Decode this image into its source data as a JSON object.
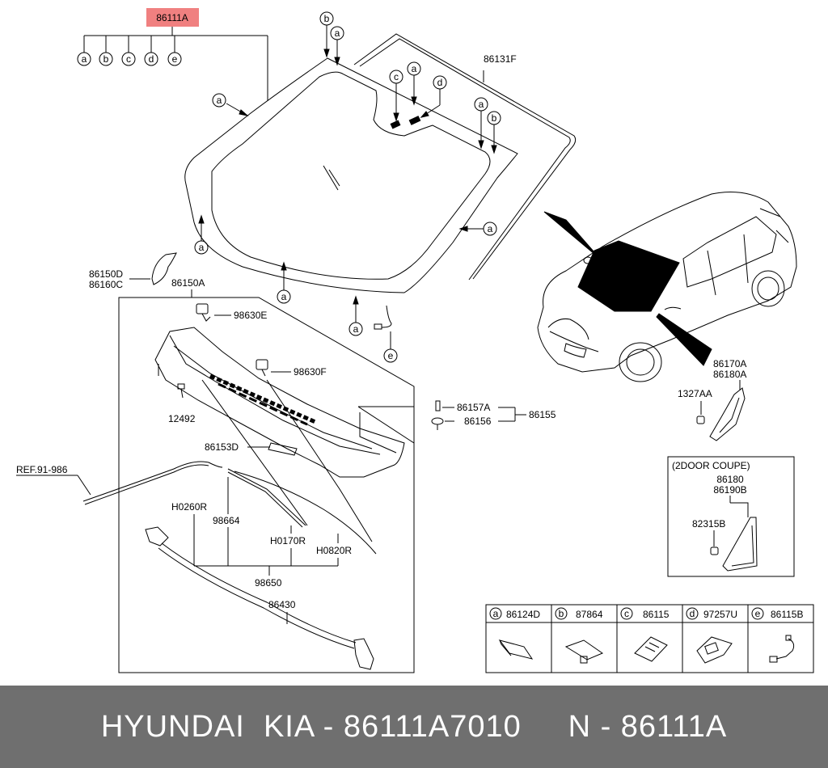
{
  "colors": {
    "highlight": "#f08080",
    "footer_bg": "#6f6f6f",
    "footer_text": "#ffffff",
    "ink": "#000000"
  },
  "highlight_part": "86111A",
  "callout_letters": {
    "a": "a",
    "b": "b",
    "c": "c",
    "d": "d",
    "e": "e"
  },
  "labels": {
    "p86131F": "86131F",
    "p86150D": "86150D",
    "p86160C": "86160C",
    "p86150A": "86150A",
    "p98630E": "98630E",
    "p98630F": "98630F",
    "p12492": "12492",
    "p86153D": "86153D",
    "ref": "REF.91-986",
    "pH0260R": "H0260R",
    "p98664": "98664",
    "pH0170R": "H0170R",
    "pH0820R": "H0820R",
    "p98650": "98650",
    "p86430": "86430",
    "p86157A": "86157A",
    "p86156": "86156",
    "p86155": "86155",
    "p86170A": "86170A",
    "p86180A": "86180A",
    "p1327AA": "1327AA"
  },
  "coupe_box": {
    "title": "(2DOOR COUPE)",
    "part_1": "86180",
    "part_2": "86190B",
    "part_3": "82315B"
  },
  "legend": [
    {
      "letter": "a",
      "part": "86124D",
      "icon": "foam-pad-icon"
    },
    {
      "letter": "b",
      "part": "87864",
      "icon": "clip-icon"
    },
    {
      "letter": "c",
      "part": "86115",
      "icon": "bracket-icon"
    },
    {
      "letter": "d",
      "part": "97257U",
      "icon": "sensor-bracket-icon"
    },
    {
      "letter": "e",
      "part": "86115B",
      "icon": "wire-harness-icon"
    }
  ],
  "footer": "HYUNDAI  KIA - 86111A7010     N - 86111A"
}
